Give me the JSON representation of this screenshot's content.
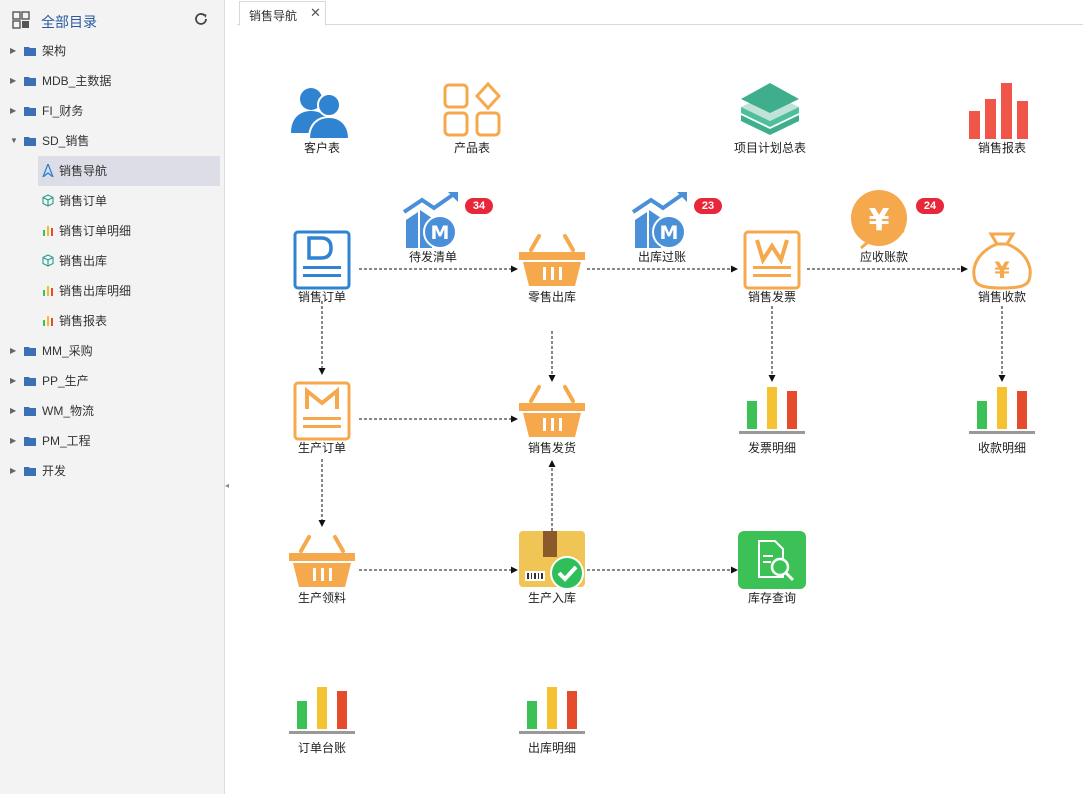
{
  "sidebar": {
    "title": "全部目录",
    "items": [
      {
        "label": "架构"
      },
      {
        "label": "MDB_主数据"
      },
      {
        "label": "FI_财务"
      },
      {
        "label": "SD_销售"
      },
      {
        "label": "MM_采购"
      },
      {
        "label": "PP_生产"
      },
      {
        "label": "WM_物流"
      },
      {
        "label": "PM_工程"
      },
      {
        "label": "开发"
      }
    ],
    "sd_children": [
      {
        "label": "销售导航",
        "icon": "navigation-icon",
        "active": true
      },
      {
        "label": "销售订单",
        "icon": "cube-icon"
      },
      {
        "label": "销售订单明细",
        "icon": "bar-chart-icon"
      },
      {
        "label": "销售出库",
        "icon": "cube-icon"
      },
      {
        "label": "销售出库明细",
        "icon": "bar-chart-icon"
      },
      {
        "label": "销售报表",
        "icon": "bar-chart-icon"
      }
    ]
  },
  "tabs": [
    {
      "label": "销售导航",
      "close": "✕"
    }
  ],
  "nav": {
    "customer": "客户表",
    "product": "产品表",
    "project_plan": "项目计划总表",
    "sales_report": "销售报表",
    "sales_order": "销售订单",
    "pending_list": "待发清单",
    "pending_count": "34",
    "retail_out": "零售出库",
    "out_posting": "出库过账",
    "out_posting_count": "23",
    "sales_invoice": "销售发票",
    "receivable": "应收账款",
    "receivable_count": "24",
    "sales_receipt": "销售收款",
    "production_order": "生产订单",
    "sales_delivery": "销售发货",
    "invoice_detail": "发票明细",
    "receipt_detail": "收款明细",
    "material_issue": "生产领料",
    "production_in": "生产入库",
    "inventory_query": "库存查询",
    "order_ledger": "订单台账",
    "out_detail": "出库明细"
  },
  "colors": {
    "blue": "#2f83d0",
    "orange": "#f5a84c",
    "teal": "#3fae8d",
    "red": "#ef5548",
    "green": "#3cc157",
    "badge": "#e8283a",
    "sidebar_active": "#dcdde6"
  }
}
